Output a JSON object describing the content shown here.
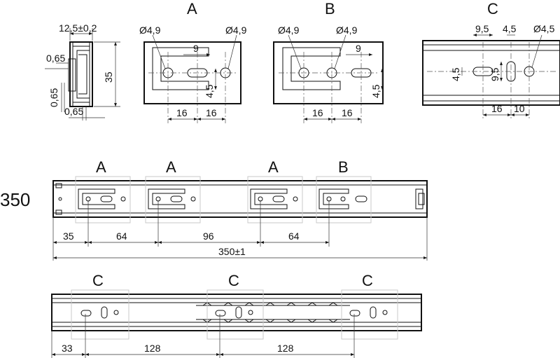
{
  "detail_views": {
    "profile": {
      "dim_width": "12,5±0,2",
      "dim_height": "35",
      "dim_top_gap": "0,65",
      "dim_left_gap": "0,65",
      "dim_bottom_gap": "0,65"
    },
    "A": {
      "label": "A",
      "hole_left": "Ø4,9",
      "hole_right": "Ø4,9",
      "dim_slot": "9",
      "dim_offset": "4,5",
      "dim_left": "16",
      "dim_right": "16"
    },
    "B": {
      "label": "B",
      "hole_left": "Ø4,9",
      "hole_right": "Ø4,9",
      "dim_slot": "9",
      "dim_offset": "4,5",
      "dim_left": "16",
      "dim_right": "16"
    },
    "C": {
      "label": "C",
      "dim_top_left": "9,5",
      "dim_top_mid": "4,5",
      "hole": "Ø4,5",
      "dim_side_left": "4,5",
      "dim_side_mid": "9,5",
      "dim_bottom_left": "16",
      "dim_bottom_right": "10"
    }
  },
  "rail_top": {
    "length_label": "350",
    "markers": [
      "A",
      "A",
      "A",
      "B"
    ],
    "dims": [
      "35",
      "64",
      "96",
      "64"
    ],
    "total": "350±1"
  },
  "rail_bottom": {
    "markers": [
      "C",
      "C",
      "C"
    ],
    "dims": [
      "33",
      "128",
      "128"
    ]
  }
}
